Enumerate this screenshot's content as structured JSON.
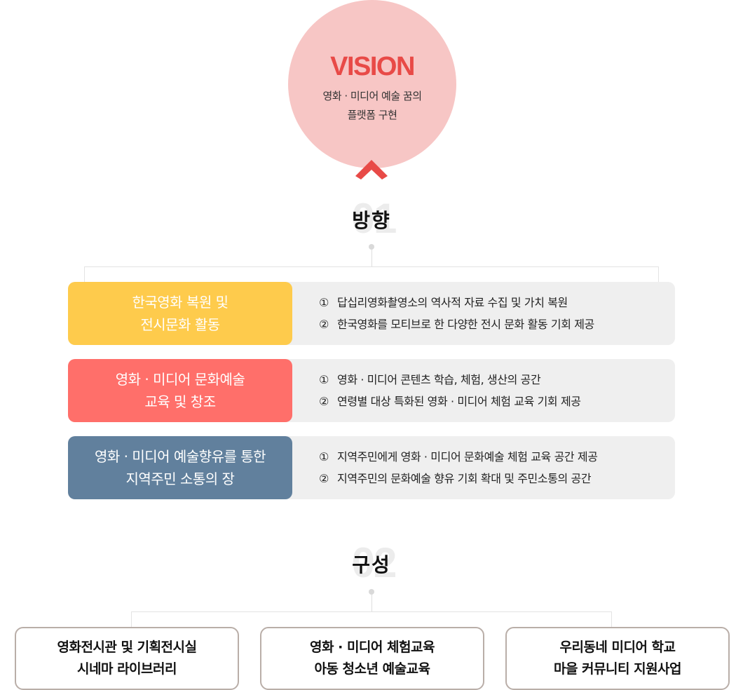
{
  "vision": {
    "title": "VISION",
    "desc_line1": "영화 · 미디어 예술 꿈의",
    "desc_line2": "플랫폼 구현",
    "circle_color": "#f7c6c5",
    "title_color": "#e84a47"
  },
  "section1": {
    "number": "01",
    "title": "방향",
    "rows": [
      {
        "label_line1": "한국영화 복원 및",
        "label_line2": "전시문화 활동",
        "color": "#fecb4c",
        "items": [
          {
            "num": "①",
            "text": "답십리영화촬영소의 역사적 자료 수집 및 가치 복원"
          },
          {
            "num": "②",
            "text": "한국영화를 모티브로 한 다양한 전시 문화 활동 기회 제공"
          }
        ]
      },
      {
        "label_line1": "영화 · 미디어 문화예술",
        "label_line2": "교육 및 창조",
        "color": "#ff6f6a",
        "items": [
          {
            "num": "①",
            "text": "영화 · 미디어 콘텐츠 학습, 체험, 생산의 공간"
          },
          {
            "num": "②",
            "text": "연령별 대상 특화된 영화 · 미디어 체험 교육 기회 제공"
          }
        ]
      },
      {
        "label_line1": "영화 · 미디어 예술향유를 통한",
        "label_line2": "지역주민 소통의 장",
        "color": "#61809d",
        "items": [
          {
            "num": "①",
            "text": "지역주민에게 영화 · 미디어 문화예술 체험 교육 공간 제공"
          },
          {
            "num": "②",
            "text": "지역주민의 문화예술 향유 기회 확대 및 주민소통의 공간"
          }
        ]
      }
    ]
  },
  "section2": {
    "number": "02",
    "title": "구성",
    "boxes": [
      {
        "line1": "영화전시관 및 기획전시실",
        "line2": "시네마 라이브러리"
      },
      {
        "line1": "영화 · 미디어 체험교육",
        "line2": "아동 청소년 예술교육"
      },
      {
        "line1": "우리동네 미디어 학교",
        "line2": "마을 커뮤니티 지원사업"
      }
    ]
  },
  "icons": {
    "chevron": "chevron-up-icon"
  }
}
